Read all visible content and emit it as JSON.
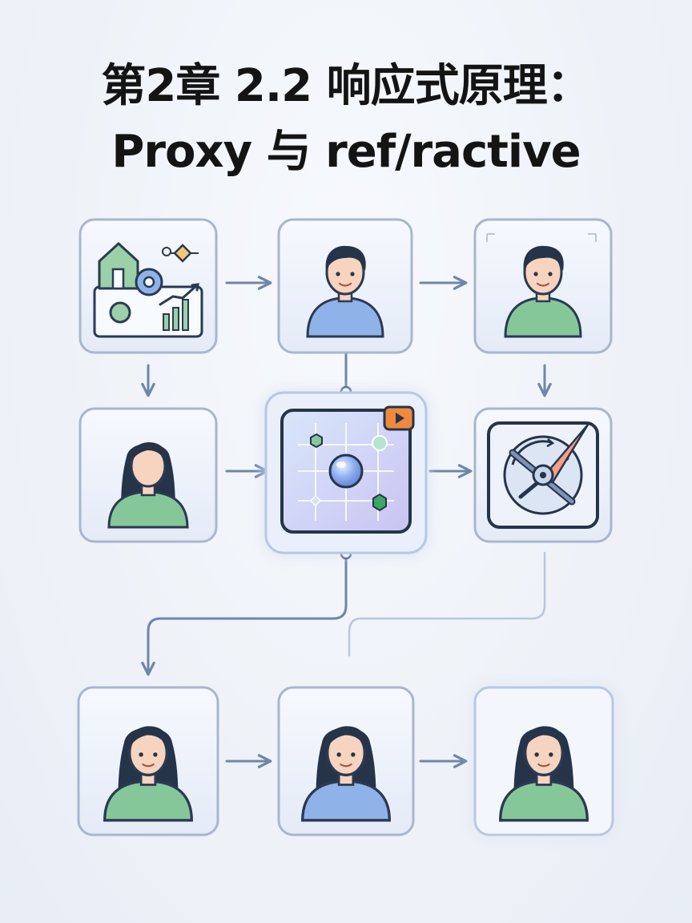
{
  "title": {
    "line1": "第2章 2.2 响应式原理：",
    "line2": "Proxy 与 ref/ractive"
  },
  "colors": {
    "card_stroke": "#a9b6cb",
    "arrow": "#6f86a8",
    "green_shirt": "#86c79a",
    "blue_shirt": "#8fb2e8",
    "hair": "#26344a",
    "skin": "#f6d4bf"
  },
  "nodes": [
    {
      "id": "n1",
      "icon": "analytics-scene-icon"
    },
    {
      "id": "n2",
      "icon": "person-male-blue-icon"
    },
    {
      "id": "n3",
      "icon": "person-male-green-icon"
    },
    {
      "id": "n4",
      "icon": "person-female-green-icon"
    },
    {
      "id": "n5",
      "icon": "reactive-proxy-core-icon"
    },
    {
      "id": "n6",
      "icon": "gauge-target-icon"
    },
    {
      "id": "n7",
      "icon": "person-female-green-icon"
    },
    {
      "id": "n8",
      "icon": "person-female-blue-icon"
    },
    {
      "id": "n9",
      "icon": "person-female-green-icon"
    }
  ]
}
